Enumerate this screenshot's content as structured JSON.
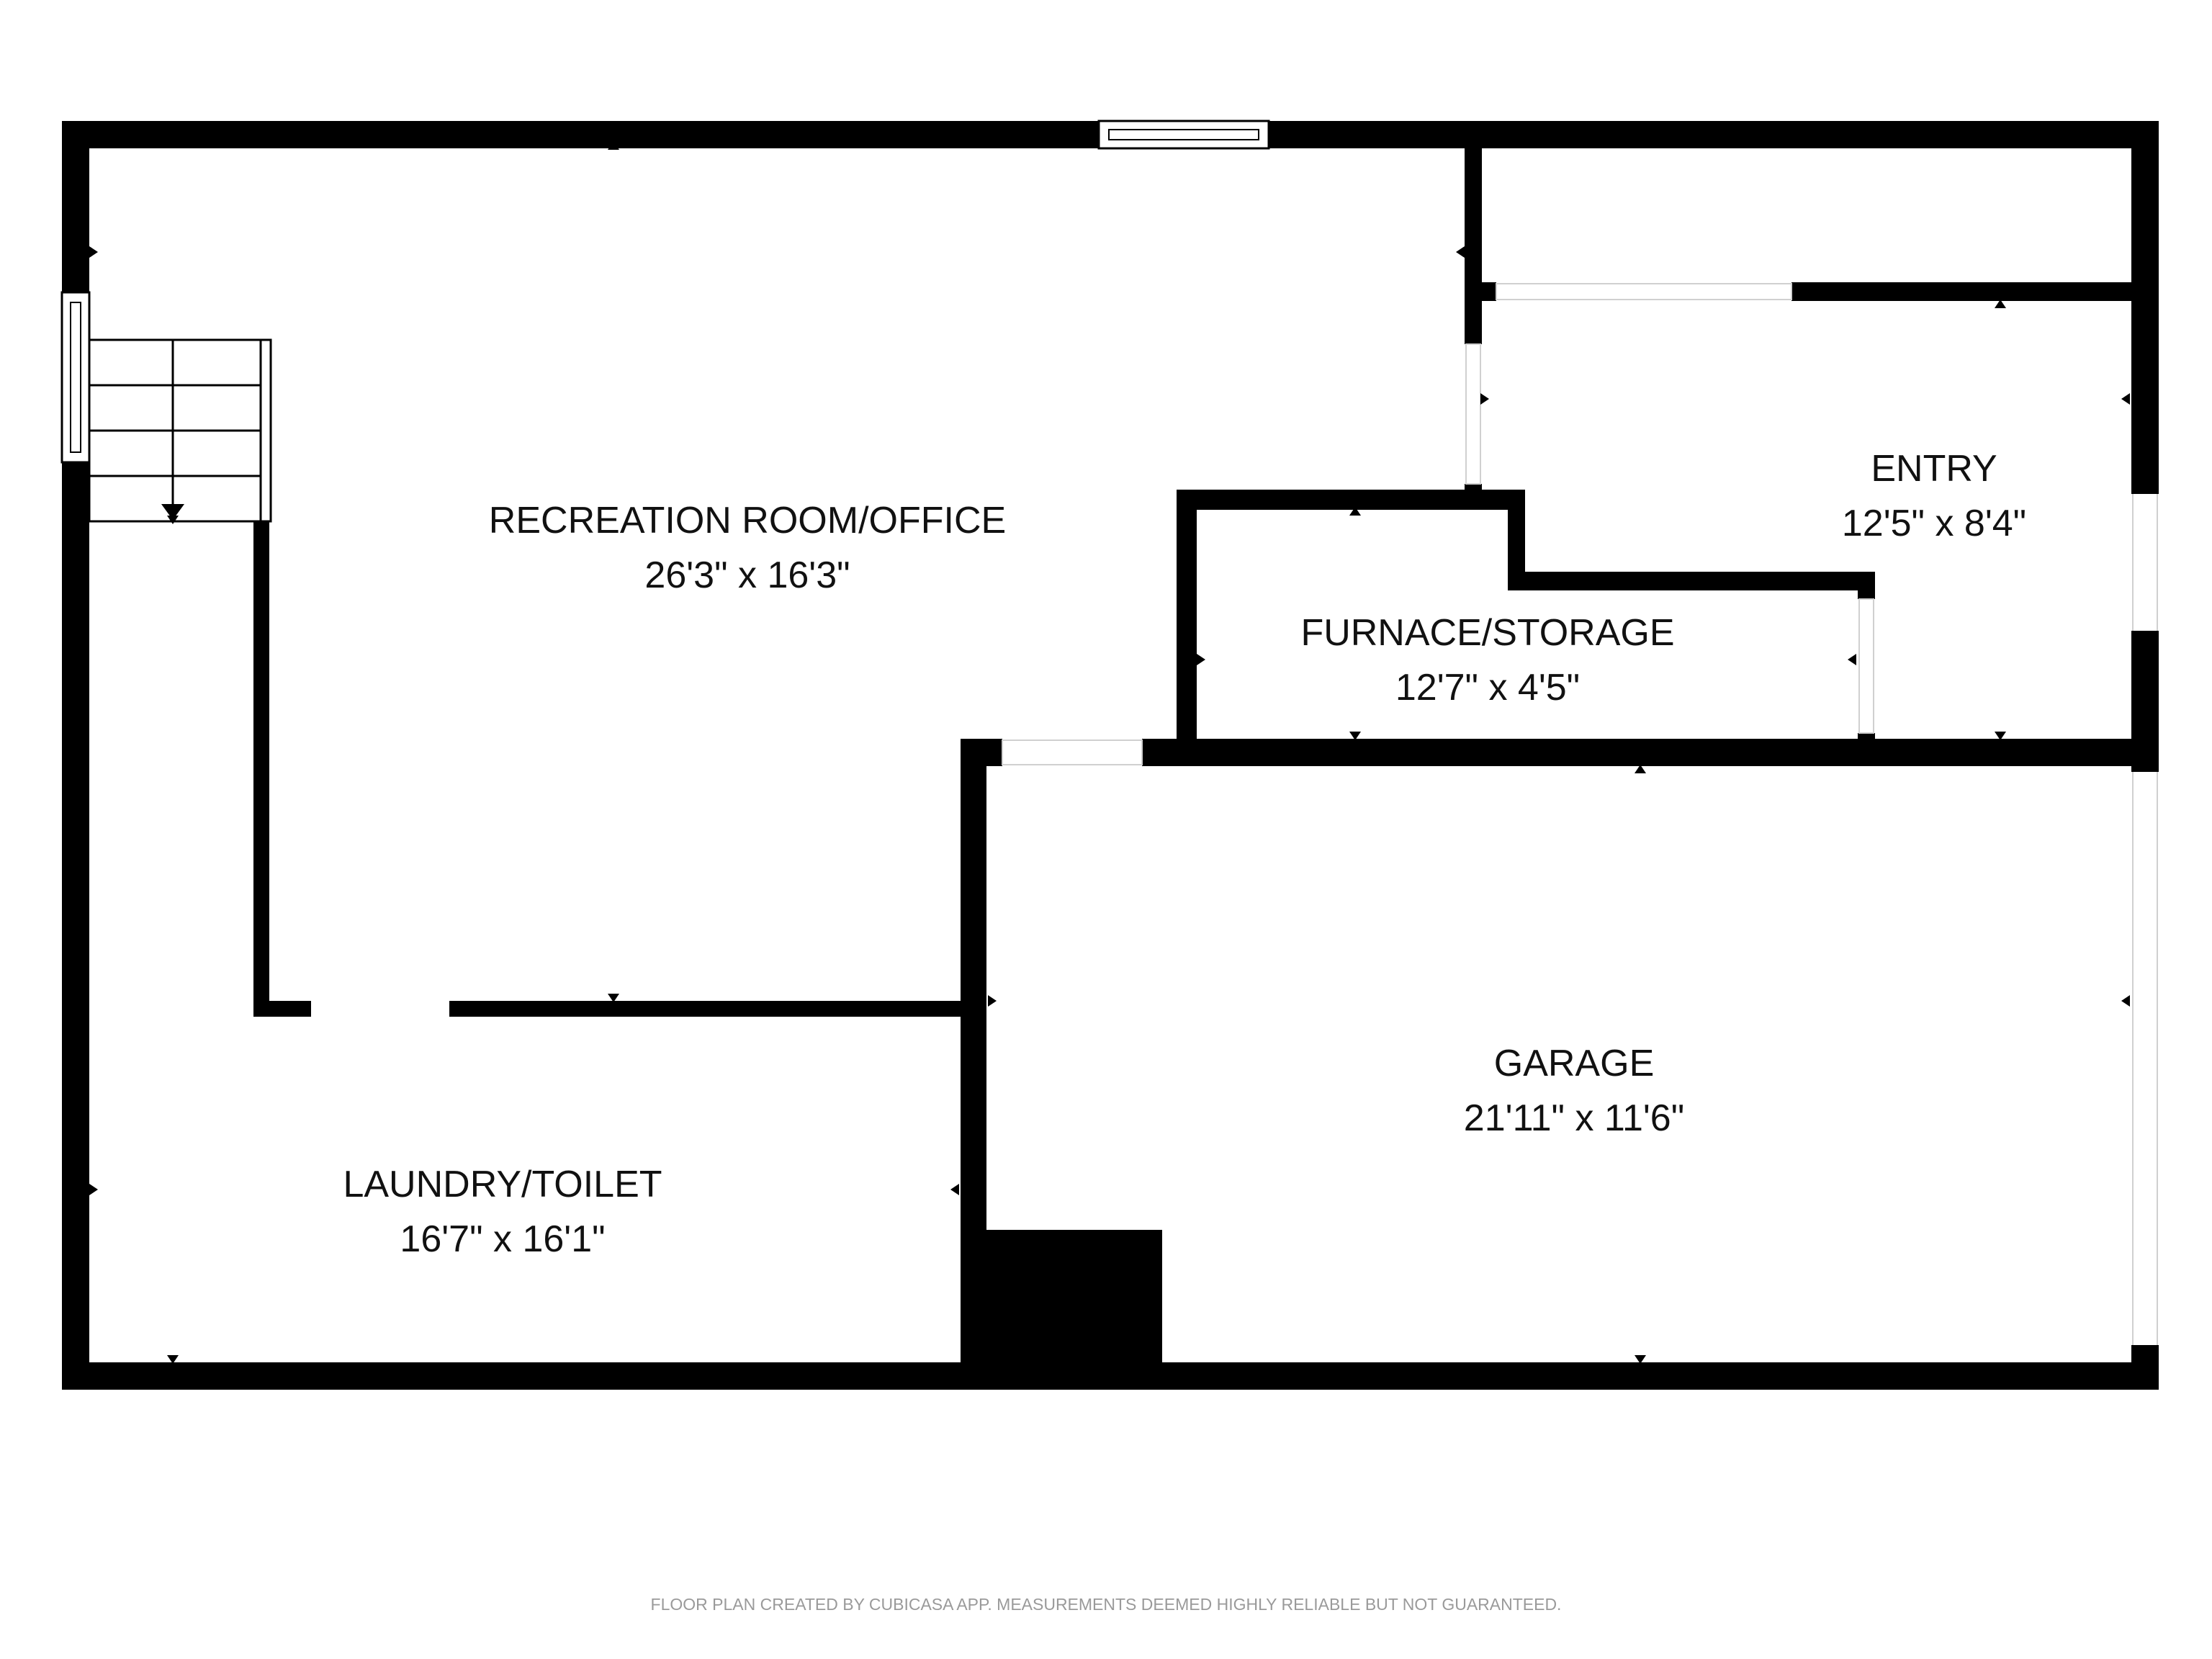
{
  "floor_plan": {
    "rooms": [
      {
        "id": "recreation",
        "name": "RECREATION ROOM/OFFICE",
        "dimensions": "26'3\" x 16'3\""
      },
      {
        "id": "entry",
        "name": "ENTRY",
        "dimensions": "12'5\" x 8'4\""
      },
      {
        "id": "furnace",
        "name": "FURNACE/STORAGE",
        "dimensions": "12'7\" x 4'5\""
      },
      {
        "id": "garage",
        "name": "GARAGE",
        "dimensions": "21'11\" x 11'6\""
      },
      {
        "id": "laundry",
        "name": "LAUNDRY/TOILET",
        "dimensions": "16'7\" x 16'1\""
      }
    ],
    "disclaimer": "FLOOR PLAN CREATED BY CUBICASA APP. MEASUREMENTS DEEMED HIGHLY RELIABLE BUT NOT GUARANTEED.",
    "colors": {
      "wall": "#000000",
      "background": "#ffffff",
      "footer_text": "#9a9a9a"
    }
  }
}
